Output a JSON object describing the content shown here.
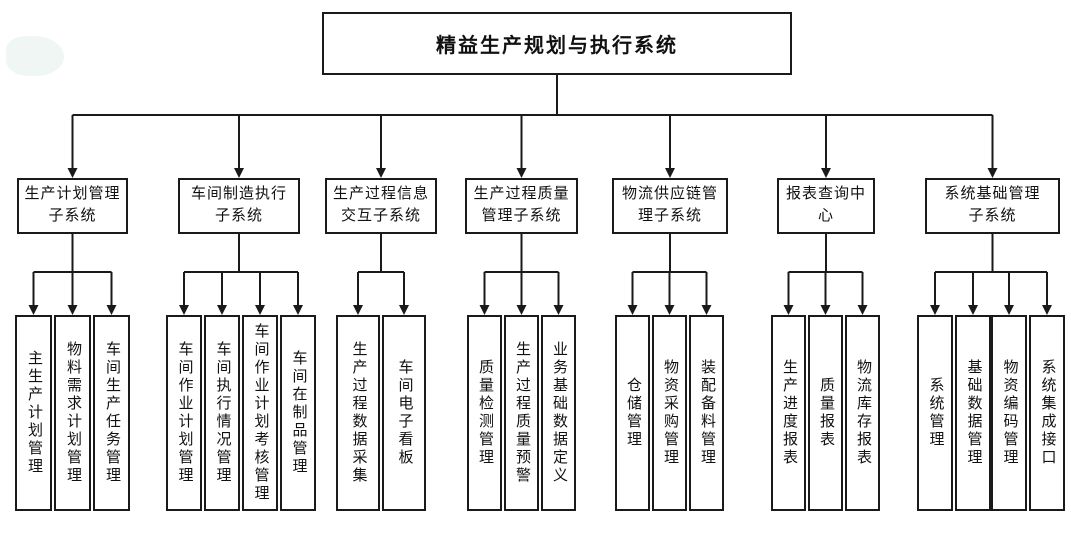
{
  "title": "精益生产规划与执行系统",
  "line_color": "#1a1a1a",
  "background_color": "#ffffff",
  "groups": [
    {
      "label": "生产计划管理\n子系统",
      "children": [
        "主生产计划管理",
        "物料需求计划管理",
        "车间生产任务管理"
      ]
    },
    {
      "label": "车间制造执行\n子系统",
      "children": [
        "车间作业计划管理",
        "车间执行情况管理",
        "车间作业计划考核管理",
        "车间在制品管理"
      ]
    },
    {
      "label": "生产过程信息\n交互子系统",
      "children": [
        "生产过程数据采集",
        "车间电子看板"
      ]
    },
    {
      "label": "生产过程质量\n管理子系统",
      "children": [
        "质量检测管理",
        "生产过程质量预警",
        "业务基础数据定义"
      ]
    },
    {
      "label": "物流供应链管\n理子系统",
      "children": [
        "仓储管理",
        "物资采购管理",
        "装配备料管理"
      ]
    },
    {
      "label": "报表查询中心",
      "children": [
        "生产进度报表",
        "质量报表",
        "物流库存报表"
      ]
    },
    {
      "label": "系统基础管理\n子系统",
      "children": [
        "系统管理",
        "基础数据管理",
        "物资编码管理",
        "系统集成接口"
      ]
    }
  ]
}
